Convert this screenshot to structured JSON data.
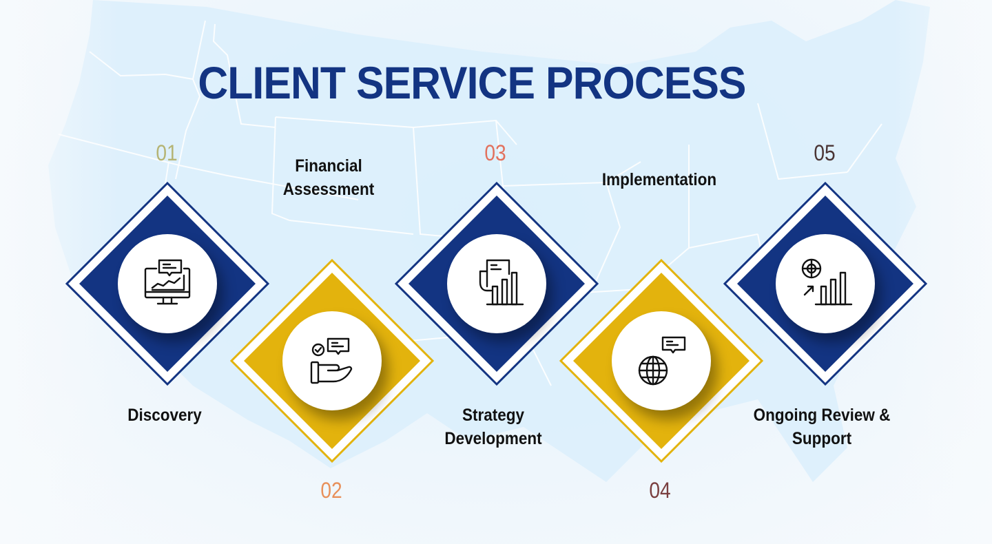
{
  "title": "CLIENT SERVICE PROCESS",
  "colors": {
    "navy": "#133482",
    "gold": "#e3b30d",
    "title": "#133482",
    "num_01": "#b5b474",
    "num_02": "#e8905a",
    "num_03": "#e2715d",
    "num_04": "#7a3f3f",
    "num_05": "#4a3434"
  },
  "steps": [
    {
      "number": "01",
      "label": "Discovery",
      "icon": "monitor-chart-chat-icon",
      "color": "navy"
    },
    {
      "number": "02",
      "label": "Financial Assessment",
      "label_lines": [
        "Financial",
        "Assessment"
      ],
      "icon": "hand-check-chat-icon",
      "color": "gold"
    },
    {
      "number": "03",
      "label": "Strategy Development",
      "label_lines": [
        "Strategy",
        "Development"
      ],
      "icon": "document-bar-chart-icon",
      "color": "navy"
    },
    {
      "number": "04",
      "label": "Implementation",
      "icon": "globe-chat-icon",
      "color": "gold"
    },
    {
      "number": "05",
      "label": "Ongoing Review & Support",
      "label_lines": [
        "Ongoing Review &",
        "Support"
      ],
      "icon": "target-growth-chart-icon",
      "color": "navy"
    }
  ]
}
